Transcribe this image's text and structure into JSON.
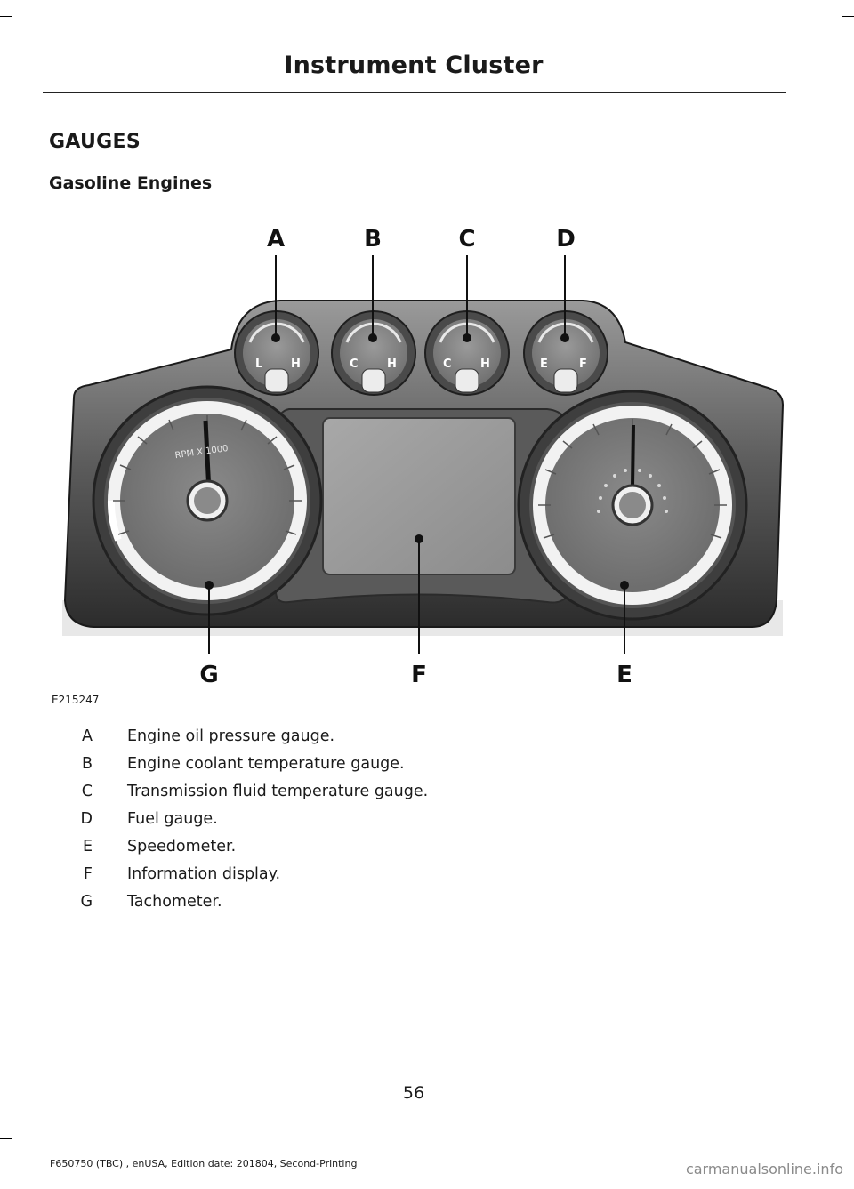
{
  "header": {
    "title": "Instrument Cluster"
  },
  "section": {
    "title": "GAUGES",
    "subtitle": "Gasoline Engines"
  },
  "figure": {
    "id": "E215247",
    "callouts_top": [
      "A",
      "B",
      "C",
      "D"
    ],
    "callouts_bottom": [
      "G",
      "F",
      "E"
    ],
    "gauge_marks": {
      "oil": [
        "L",
        "H"
      ],
      "coolant": [
        "C",
        "H"
      ],
      "transmission": [
        "C",
        "H"
      ],
      "fuel": [
        "E",
        "F"
      ]
    },
    "tach_label": "RPM X 1000"
  },
  "legend": [
    {
      "key": "A",
      "text": "Engine oil pressure gauge."
    },
    {
      "key": "B",
      "text": "Engine coolant temperature gauge."
    },
    {
      "key": "C",
      "text": "Transmission fluid temperature gauge."
    },
    {
      "key": "D",
      "text": "Fuel gauge."
    },
    {
      "key": "E",
      "text": "Speedometer."
    },
    {
      "key": "F",
      "text": "Information display."
    },
    {
      "key": "G",
      "text": "Tachometer."
    }
  ],
  "page_number": "56",
  "footer": "F650750 (TBC) , enUSA, Edition date: 201804, Second-Printing",
  "watermark": "carmanualsonline.info"
}
